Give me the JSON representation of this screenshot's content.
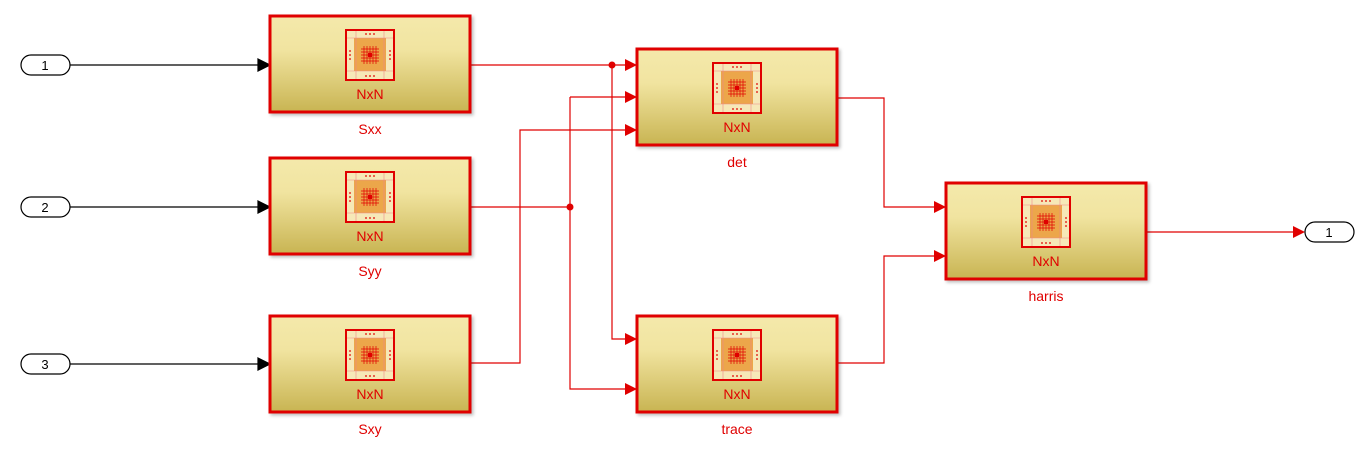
{
  "inports": [
    {
      "label": "1"
    },
    {
      "label": "2"
    },
    {
      "label": "3"
    }
  ],
  "outports": [
    {
      "label": "1"
    }
  ],
  "blocks": [
    {
      "id": "sxx",
      "name": "Sxx",
      "size_label": "NxN"
    },
    {
      "id": "syy",
      "name": "Syy",
      "size_label": "NxN"
    },
    {
      "id": "sxy",
      "name": "Sxy",
      "size_label": "NxN"
    },
    {
      "id": "det",
      "name": "det",
      "size_label": "NxN"
    },
    {
      "id": "trace",
      "name": "trace",
      "size_label": "NxN"
    },
    {
      "id": "harris",
      "name": "harris",
      "size_label": "NxN"
    }
  ],
  "colors": {
    "wire": "#e00000",
    "block_top": "#f3e8a8",
    "block_bottom": "#c9b553",
    "icon_fill": "#eca64a"
  }
}
